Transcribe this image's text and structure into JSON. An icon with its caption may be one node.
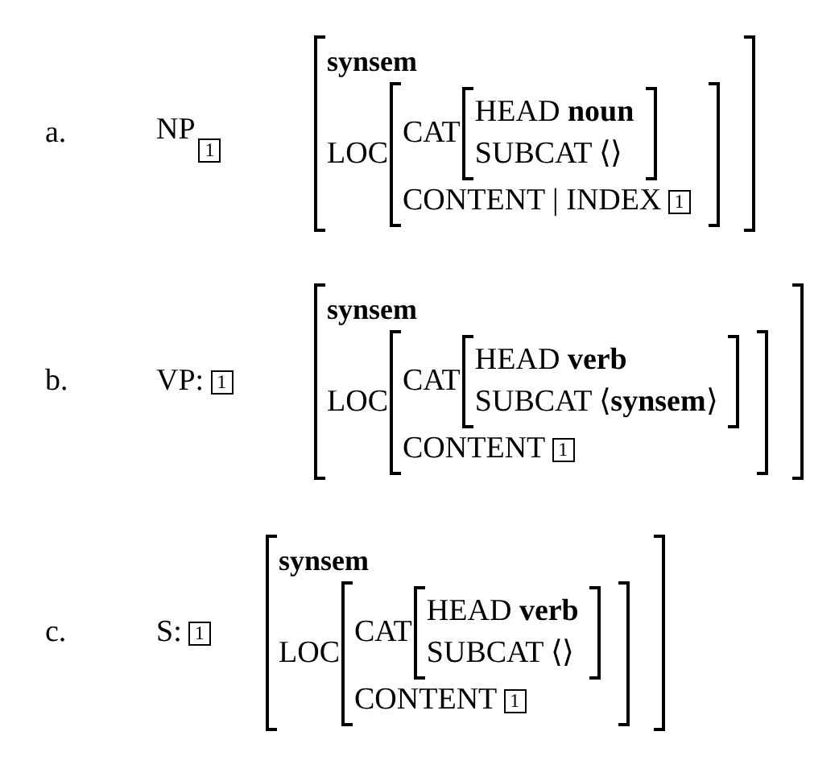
{
  "diagram": {
    "nodes": [
      {
        "text": [
          "synsem"
        ],
        "beside": [
          "a.",
          "NP$_{1}$"
        ]
      },
      {
        "text": [
          "LOC",
          "CONTENT | INDEX",
          "1"
        ],
        "in": 0
      },
      {
        "text": [
          "CAT",
          "HEAD **noun**",
          "SUBCAT ⟨⟩"
        ],
        "in": 1
      },
      {
        "text": [
          "synsem"
        ],
        "beside": [
          "b.",
          "VP:",
          "1"
        ]
      },
      {
        "text": [
          "LOC",
          "CONTENT",
          "1"
        ],
        "in": 3
      },
      {
        "text": [
          "CAT",
          "HEAD **verb**",
          "SUBCAT ⟨**synsem**⟩"
        ],
        "in": 4
      },
      {
        "text": [
          "synsem"
        ],
        "beside": [
          "c.",
          "S:",
          "1"
        ]
      },
      {
        "text": [
          "LOC",
          "CONTENT",
          "1"
        ],
        "in": 6
      },
      {
        "text": [
          "CAT",
          "HEAD **verb**",
          "SUBCAT ⟨⟩"
        ],
        "in": 7
      }
    ]
  }
}
